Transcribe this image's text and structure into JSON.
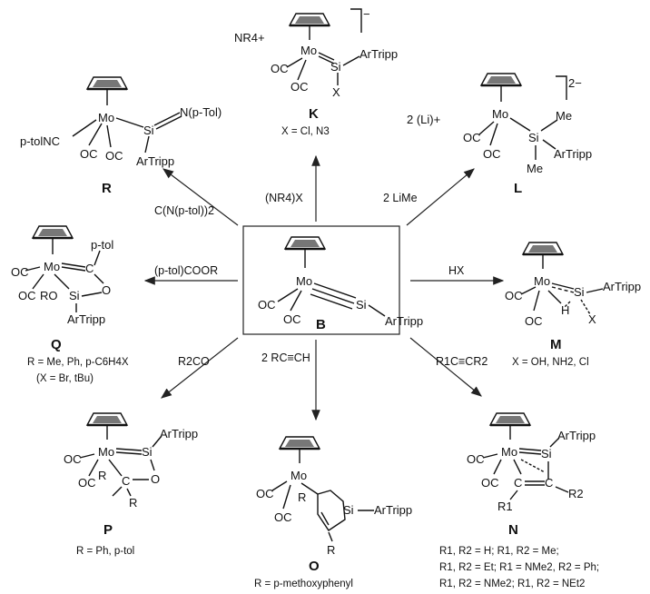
{
  "compounds": {
    "B": {
      "label": "B",
      "metal": "Mo",
      "si": "Si",
      "aryl": "ArTripp",
      "co1": "OC",
      "co2": "C",
      "co2o": "O"
    },
    "K": {
      "label": "K",
      "caption": "X = Cl, N3",
      "cation": "NR4+",
      "charge": "−",
      "metal": "Mo",
      "si": "Si",
      "aryl": "ArTripp",
      "x": "X",
      "co": "OC"
    },
    "R": {
      "label": "R",
      "metal": "Mo",
      "si": "Si",
      "aryl": "ArTripp",
      "imine": "N(p-Tol)",
      "isocyanide": "p-tolNC",
      "co": "OC"
    },
    "L": {
      "label": "L",
      "cation": "2 (Li)+",
      "charge": "2−",
      "metal": "Mo",
      "si": "Si",
      "me1": "Me",
      "me2": "Me",
      "aryl": "ArTripp",
      "co": "OC"
    },
    "Q": {
      "label": "Q",
      "caption1": "R = Me, Ph, p-C6H4X",
      "caption2": "(X = Br, tBu)",
      "metal": "Mo",
      "si": "Si",
      "ptol": "p-tol",
      "ro": "RO",
      "o": "O",
      "c": "C",
      "aryl": "ArTripp",
      "co": "OC"
    },
    "M": {
      "label": "M",
      "caption": "X = OH, NH2, Cl",
      "metal": "Mo",
      "si": "Si",
      "h": "H",
      "x": "X",
      "aryl": "ArTripp",
      "co": "OC"
    },
    "P": {
      "label": "P",
      "caption": "R = Ph, p-tol",
      "metal": "Mo",
      "si": "Si",
      "c": "C",
      "o": "O",
      "r1": "R",
      "r2": "R",
      "aryl": "ArTripp",
      "co": "OC"
    },
    "O": {
      "label": "O",
      "caption": "R = p-methoxyphenyl",
      "metal": "Mo",
      "si": "Si",
      "r1": "R",
      "r2": "R",
      "aryl": "ArTripp",
      "co": "OC"
    },
    "N": {
      "label": "N",
      "caption1": "R1, R2 = H; R1, R2 = Me;",
      "caption2": "R1, R2 = Et; R1 = NMe2, R2 = Ph;",
      "caption3": "R1, R2 = NMe2; R1, R2 = NEt2",
      "metal": "Mo",
      "si": "Si",
      "c1": "C",
      "c2": "C",
      "r1": "R1",
      "r2": "R2",
      "aryl": "ArTripp",
      "co": "OC"
    }
  },
  "reagents": {
    "to_R": "C(N(p-tol))2",
    "to_K": "(NR4)X",
    "to_L": "2 LiMe",
    "to_Q": "(p-tol)COOR",
    "to_M": "HX",
    "to_P": "R2CO",
    "to_O": "2 RC≡CH",
    "to_N": "R1C≡CR2"
  }
}
